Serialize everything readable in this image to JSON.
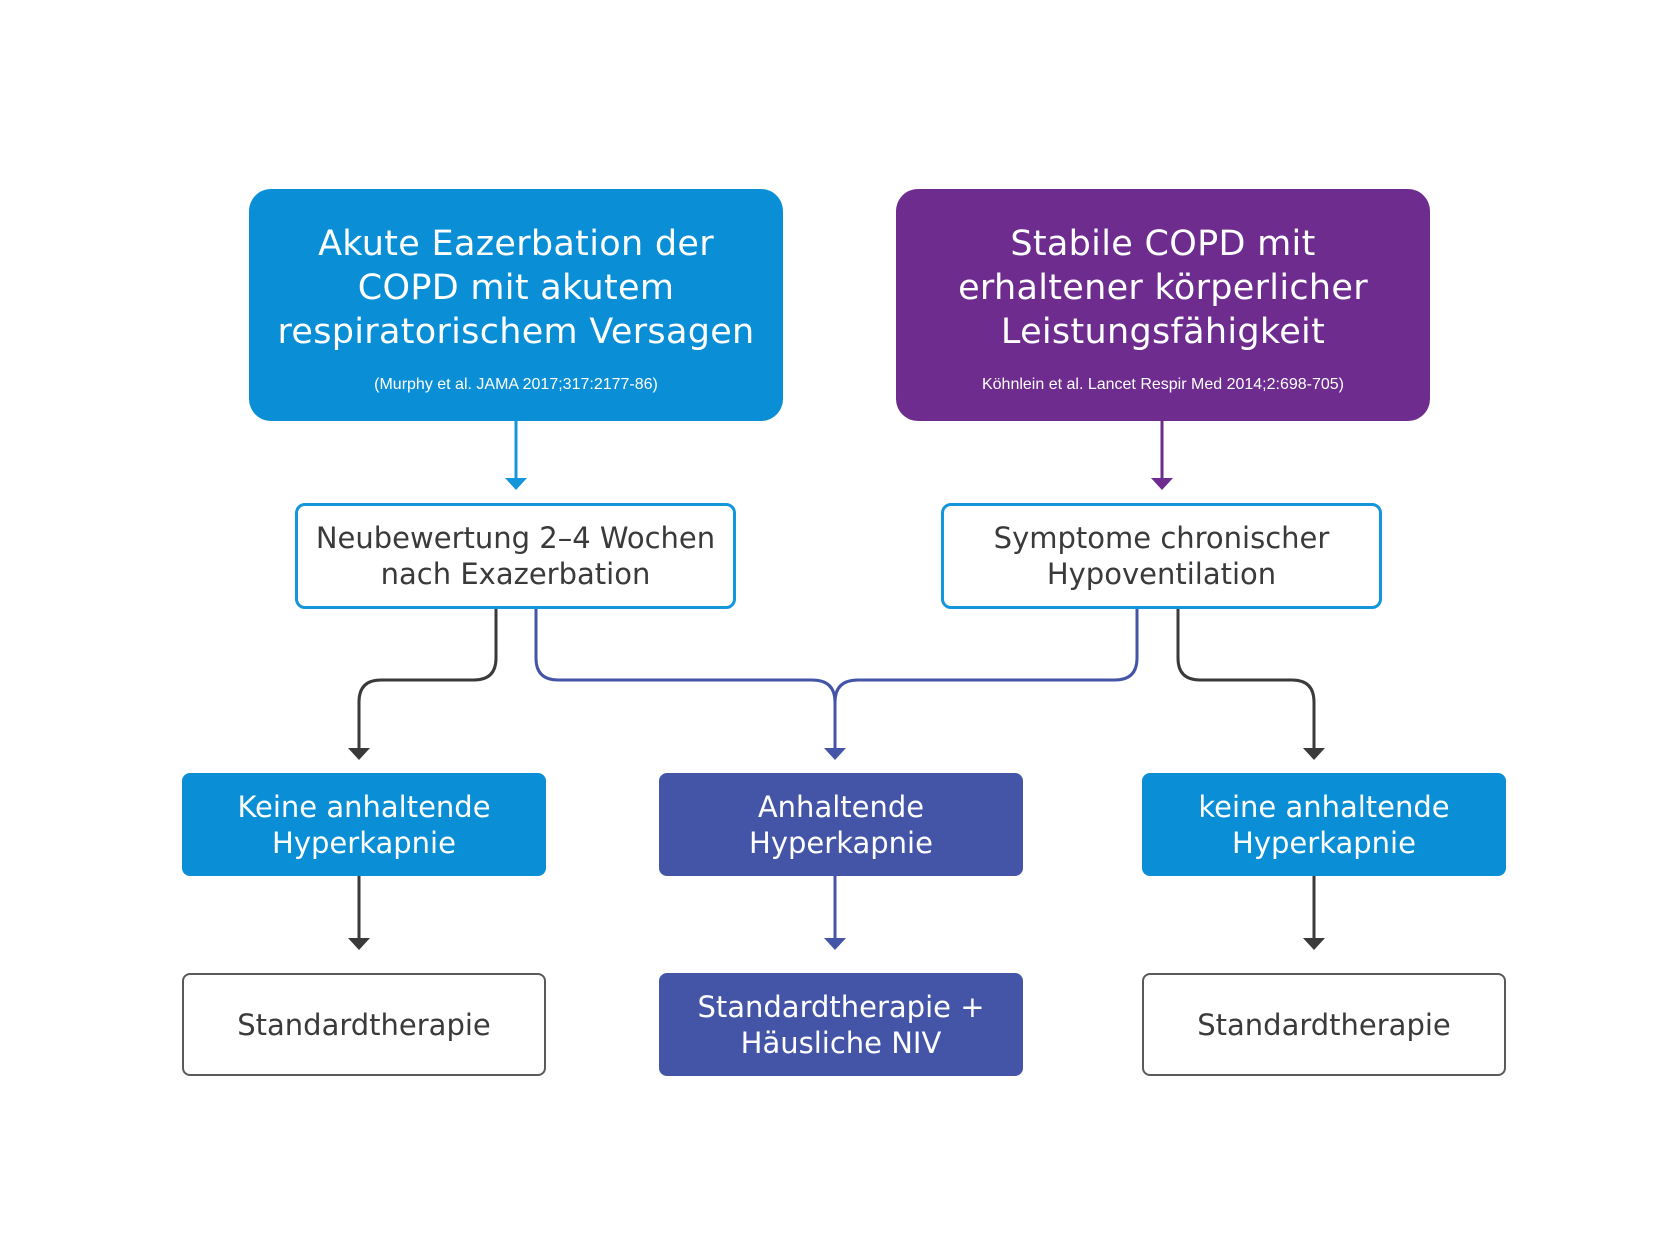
{
  "colors": {
    "blue": "#0a8fd6",
    "purple": "#6e2c8f",
    "indigo": "#4455a8",
    "dark": "#3a3a3a"
  },
  "top_left": {
    "title": "Akute Eazerbation der\nCOPD mit akutem\nrespiratorischem Versagen",
    "reference": "(Murphy et al. JAMA 2017;317:2177-86)"
  },
  "top_right": {
    "title": "Stabile COPD mit\nerhaltener körperlicher\nLeistungsfähigkeit",
    "reference": "Köhnlein et al. Lancet Respir Med 2014;2:698-705)"
  },
  "mid_left": {
    "text": "Neubewertung 2–4 Wochen\nnach Exazerbation"
  },
  "mid_right": {
    "text": "Symptome chronischer\nHypoventilation"
  },
  "row3": {
    "left": "Keine anhaltende\nHyperkapnie",
    "center": "Anhaltende\nHyperkapnie",
    "right": "keine anhaltende\nHyperkapnie"
  },
  "row4": {
    "left": "Standardtherapie",
    "center": "Standardtherapie +\nHäusliche NIV",
    "right": "Standardtherapie"
  }
}
